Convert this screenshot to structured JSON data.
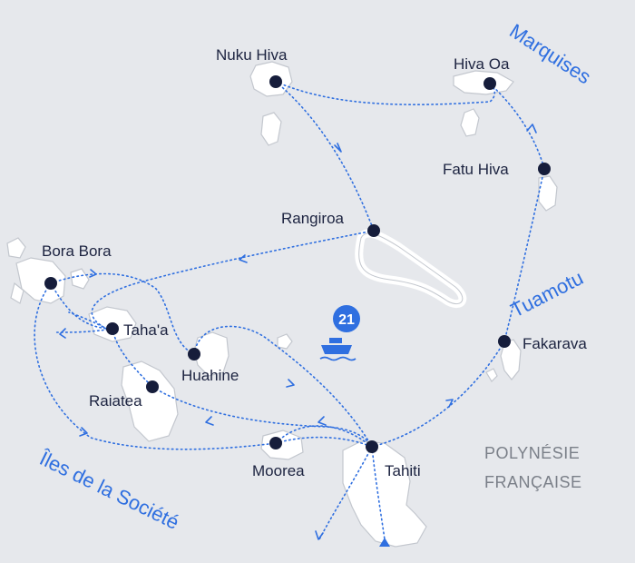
{
  "map": {
    "country_line1": "POLYNÉSIE",
    "country_line2": "FRANÇAISE",
    "badge": "21",
    "icon": "ship-icon",
    "colors": {
      "route": "#2f6fe0",
      "stop": "#161d3b",
      "land": "#ffffff",
      "sea": "#e6e8ec"
    }
  },
  "regions": {
    "marquises": "Marquises",
    "tuamotu": "Tuamotu",
    "societe": "Îles de la Société"
  },
  "stops": {
    "nuku_hiva": "Nuku Hiva",
    "hiva_oa": "Hiva Oa",
    "fatu_hiva": "Fatu Hiva",
    "rangiroa": "Rangiroa",
    "bora_bora": "Bora Bora",
    "tahaa": "Taha'a",
    "huahine": "Huahine",
    "raiatea": "Raiatea",
    "moorea": "Moorea",
    "tahiti": "Tahiti",
    "fakarava": "Fakarava"
  }
}
